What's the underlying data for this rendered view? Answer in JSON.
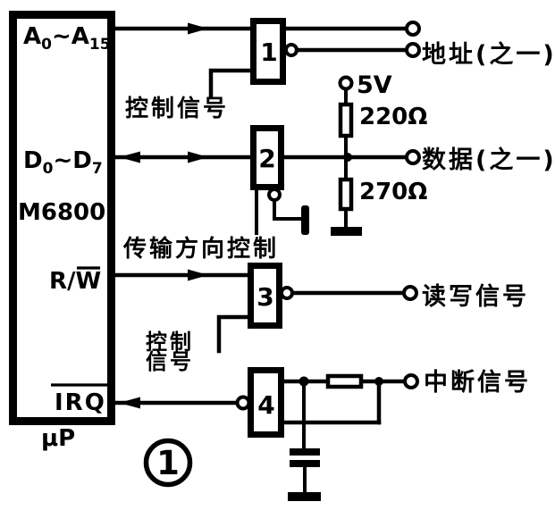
{
  "diagram": {
    "mpu": {
      "pin_a": {
        "p1": "A",
        "s1": "0",
        "sep": "~",
        "p2": "A",
        "s2": "15"
      },
      "pin_d": {
        "p1": "D",
        "s1": "0",
        "sep": "~",
        "p2": "D",
        "s2": "7"
      },
      "chip": "M6800",
      "rw": {
        "r": "R",
        "slash": "/",
        "w": "W"
      },
      "irq": "IRQ",
      "caption": "μP"
    },
    "buffers": {
      "b1": "1",
      "b2": "2",
      "b3": "3",
      "b4": "4"
    },
    "labels": {
      "control_signal_top": "控制信号",
      "direction_control": "传输方向控制",
      "control_line1": "控制",
      "control_line2": "信号",
      "address_out": "地址(之一)",
      "data_out": "数据(之一)",
      "rw_out": "读写信号",
      "irq_out": "中断信号"
    },
    "power": {
      "supply": "5V",
      "r_pullup": "220Ω",
      "r_pulldown": "270Ω"
    },
    "figure_number": "1",
    "ink_color": "#000000",
    "paper_color": "#ffffff"
  }
}
